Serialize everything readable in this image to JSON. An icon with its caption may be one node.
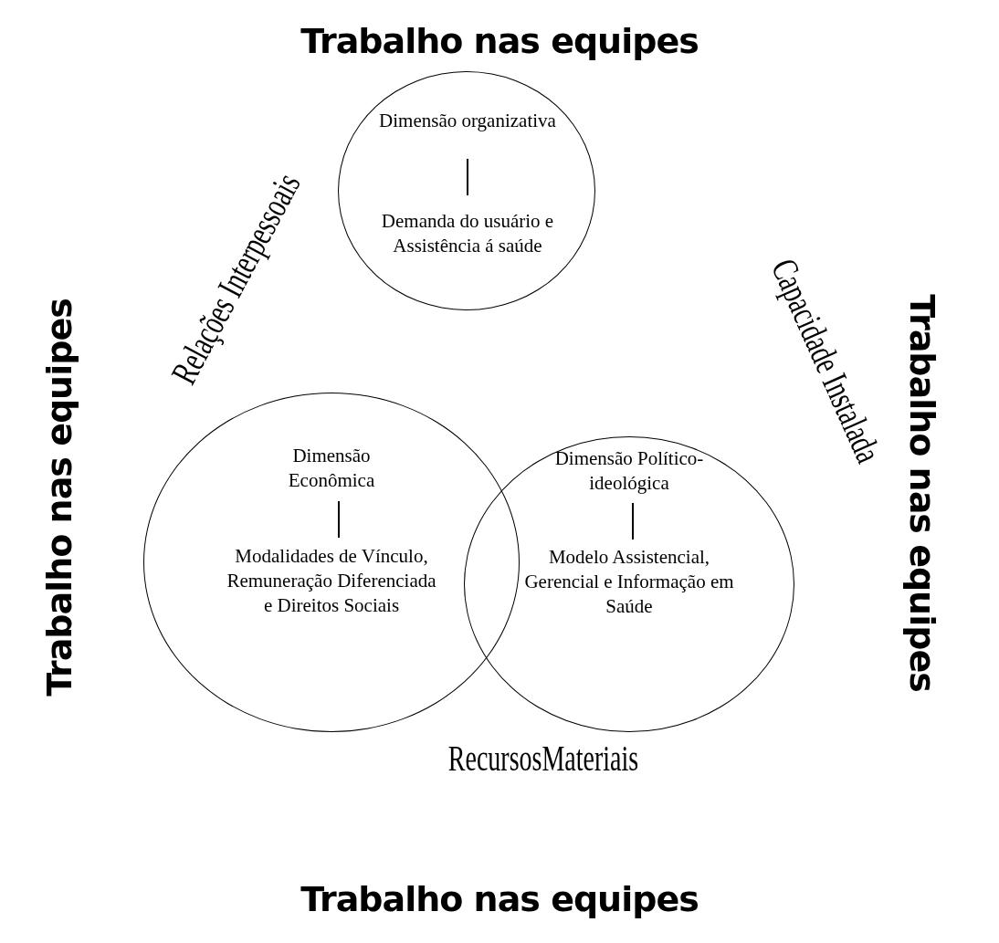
{
  "diagram": {
    "nodes": [
      {
        "text": [
          "Dimensão organizativa",
          "Demanda do usuário e Assistência á saúde"
        ]
      },
      {
        "text": [
          "Dimensão Econômica",
          "Modalidades de Vínculo, Remuneração Diferenciada e Direitos Sociais"
        ]
      },
      {
        "text": [
          "Dimensão Político- ideológica",
          "Modelo Assistencial, Gerencial e Informação em Saúde"
        ]
      }
    ],
    "edges": [],
    "labels": [
      "Trabalho nas equipes",
      "Relações Interpessoais",
      "Capacidade Instalada",
      "Trabalho nas equipes",
      "Trabalho nas equipes",
      "RecursosMateriais",
      "Trabalho nas equipes"
    ]
  }
}
